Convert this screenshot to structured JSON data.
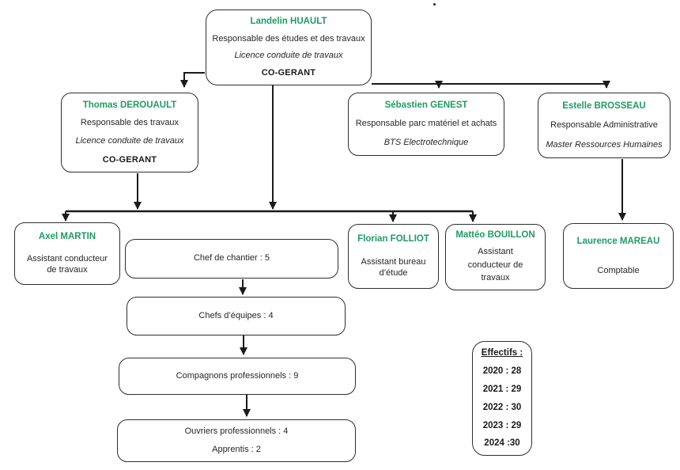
{
  "page": {
    "accent_green": "#1f9b64",
    "line_color": "#1a1a1a",
    "stray_mark": "."
  },
  "org": {
    "top": {
      "name": "Landelin HUAULT",
      "role": "Responsable des études et des travaux",
      "qualification": "Licence conduite de travaux",
      "title": "CO-GERANT"
    },
    "level2": [
      {
        "name": "Thomas DEROUAULT",
        "role": "Responsable des travaux",
        "qualification": "Licence conduite de travaux",
        "title": "CO-GERANT"
      },
      {
        "name": "Sébastien GENEST",
        "role": "Responsable parc matériel et achats",
        "qualification": "BTS Electrotechnique"
      },
      {
        "name": "Estelle BROSSEAU",
        "role": "Responsable Administrative",
        "qualification": "Master Ressources Humaines"
      }
    ],
    "level3": [
      {
        "name": "Axel MARTIN",
        "role": "Assistant conducteur de travaux"
      },
      {
        "name": "Florian FOLLIOT",
        "role": "Assistant bureau d’étude"
      },
      {
        "name": "Mattéo BOUILLON",
        "role": "Assistant conducteur de travaux"
      },
      {
        "name": "Laurence MAREAU",
        "role": "Comptable"
      }
    ],
    "chain": [
      {
        "label": "Chef de chantier : 5"
      },
      {
        "label": "Chefs d’équipes : 4"
      },
      {
        "label": "Compagnons professionnels : 9"
      },
      {
        "label": "Ouvriers professionnels : 4",
        "label2": "Apprentis : 2"
      }
    ],
    "effectifs": {
      "title": "Effectifs :",
      "rows": [
        "2020 : 28",
        "2021 : 29",
        "2022 : 30",
        "2023 : 29",
        "2024 :30"
      ]
    }
  }
}
